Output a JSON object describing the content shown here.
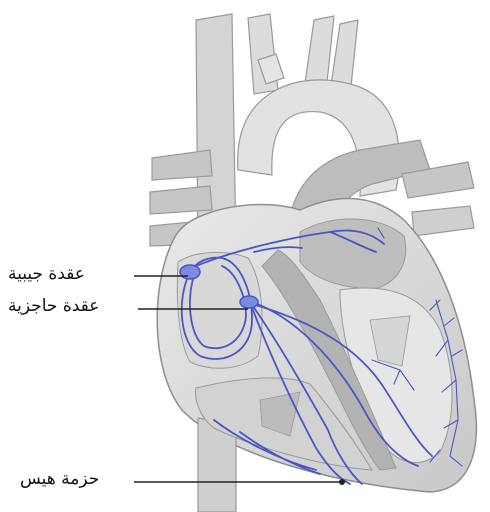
{
  "labels": {
    "sa_node": "عقدة جيبية",
    "av_node": "عقدة حاجزية",
    "his_bundle": "حزمة هيس"
  },
  "colors": {
    "conduction": "#4a56c8",
    "node_fill": "#7d8ae0",
    "heart_light": "#e3e3e3",
    "heart_mid": "#cfcfcf",
    "heart_dark": "#a9a9a9",
    "outline": "#8e8e8e",
    "leader_line": "#222222"
  }
}
